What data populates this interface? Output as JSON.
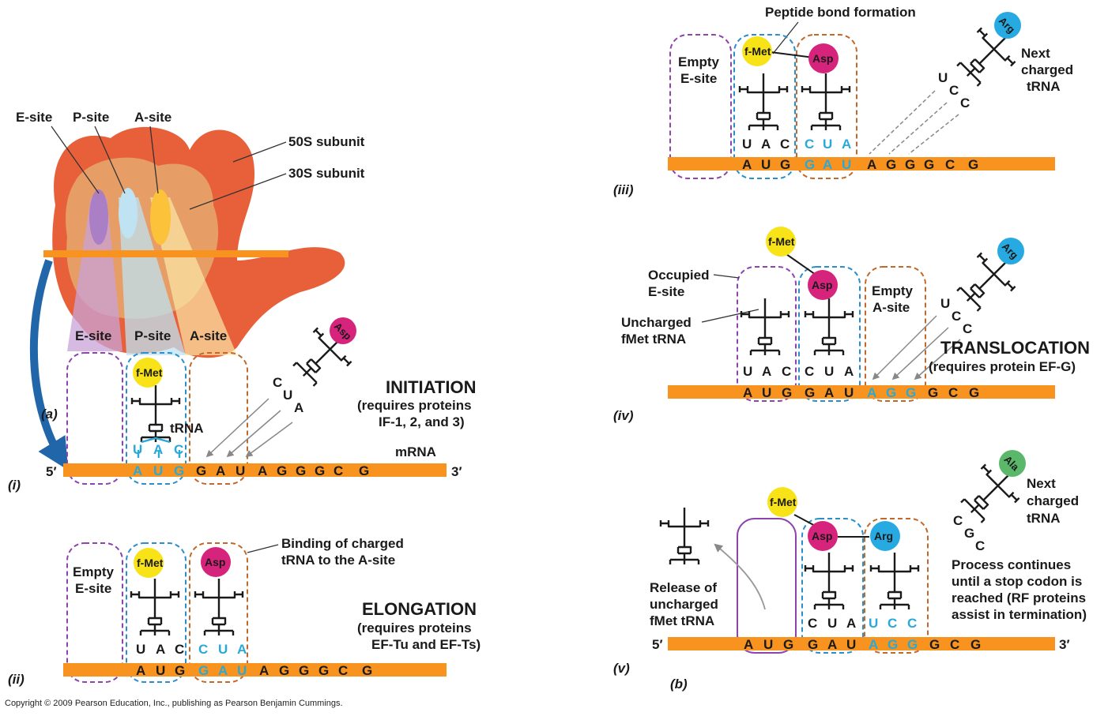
{
  "colors": {
    "mrna": "#f7931e",
    "e_site_box": "#8e44ad",
    "p_site_box": "#2a8fc9",
    "a_site_box": "#c0692a",
    "fmet": "#f7e318",
    "asp": "#d6247c",
    "arg": "#27aae1",
    "ala": "#5bb86b",
    "ribosome_50s": "#e8603a",
    "ribosome_30s": "#e6a46b",
    "arrow_blue": "#2266aa"
  },
  "panel_a": {
    "label": "(a)",
    "ribosome_labels": {
      "e_site": "E-site",
      "p_site": "P-site",
      "a_site": "A-site",
      "subunit_50s": "50S subunit",
      "subunit_30s": "30S subunit"
    }
  },
  "panel_i": {
    "label": "(i)",
    "site_labels": {
      "e": "E-site",
      "p": "P-site",
      "a": "A-site"
    },
    "fmet": "f-Met",
    "trna_label": "tRNA",
    "asp": "Asp",
    "incoming_anticodon": [
      "C",
      "U",
      "A"
    ],
    "anticodon": [
      "U",
      "A",
      "C"
    ],
    "codons": [
      "A",
      "U",
      "G",
      "G",
      "A",
      "U",
      "A",
      "G",
      "G",
      "G",
      "C",
      "G"
    ],
    "mrna_label": "mRNA",
    "five_prime": "5′",
    "three_prime": "3′",
    "title": "INITIATION",
    "subtitle_line1": "(requires proteins",
    "subtitle_line2": "IF-1, 2, and 3)"
  },
  "panel_ii": {
    "label": "(ii)",
    "empty_e_line1": "Empty",
    "empty_e_line2": "E-site",
    "fmet": "f-Met",
    "asp": "Asp",
    "p_anticodon": [
      "U",
      "A",
      "C"
    ],
    "a_anticodon": [
      "C",
      "U",
      "A"
    ],
    "codons": [
      "A",
      "U",
      "G",
      "G",
      "A",
      "U",
      "A",
      "G",
      "G",
      "G",
      "C",
      "G"
    ],
    "binding_line1": "Binding of charged",
    "binding_line2": "tRNA to the A-site",
    "title": "ELONGATION",
    "subtitle_line1": "(requires proteins",
    "subtitle_line2": "EF-Tu and EF-Ts)"
  },
  "panel_iii": {
    "label": "(iii)",
    "peptide_bond": "Peptide bond formation",
    "empty_e_line1": "Empty",
    "empty_e_line2": "E-site",
    "fmet": "f-Met",
    "asp": "Asp",
    "arg": "Arg",
    "next_line1": "Next",
    "next_line2": "charged",
    "next_line3": "tRNA",
    "p_anticodon": [
      "U",
      "A",
      "C"
    ],
    "a_anticodon": [
      "C",
      "U",
      "A"
    ],
    "incoming_anticodon": [
      "U",
      "C",
      "C"
    ],
    "codons": [
      "A",
      "U",
      "G",
      "G",
      "A",
      "U",
      "A",
      "G",
      "G",
      "G",
      "C",
      "G"
    ]
  },
  "panel_iv": {
    "label": "(iv)",
    "fmet": "f-Met",
    "asp": "Asp",
    "arg": "Arg",
    "occupied_line1": "Occupied",
    "occupied_line2": "E-site",
    "uncharged_line1": "Uncharged",
    "uncharged_line2": "fMet tRNA",
    "empty_a_line1": "Empty",
    "empty_a_line2": "A-site",
    "e_anticodon": [
      "U",
      "A",
      "C"
    ],
    "p_anticodon": [
      "C",
      "U",
      "A"
    ],
    "incoming_anticodon": [
      "U",
      "C",
      "C"
    ],
    "codons": [
      "A",
      "U",
      "G",
      "G",
      "A",
      "U",
      "A",
      "G",
      "G",
      "G",
      "C",
      "G"
    ],
    "title": "TRANSLOCATION",
    "subtitle": "(requires protein EF-G)"
  },
  "panel_v": {
    "label": "(v)",
    "panel_b_label": "(b)",
    "fmet": "f-Met",
    "asp": "Asp",
    "arg": "Arg",
    "ala": "Ala",
    "release_line1": "Release of",
    "release_line2": "uncharged",
    "release_line3": "fMet tRNA",
    "next_line1": "Next",
    "next_line2": "charged",
    "next_line3": "tRNA",
    "p_anticodon": [
      "C",
      "U",
      "A"
    ],
    "a_anticodon": [
      "U",
      "C",
      "C"
    ],
    "incoming_anticodon": [
      "C",
      "G",
      "C"
    ],
    "codons": [
      "A",
      "U",
      "G",
      "G",
      "A",
      "U",
      "A",
      "G",
      "G",
      "G",
      "C",
      "G"
    ],
    "process_line1": "Process continues",
    "process_line2": "until a stop codon is",
    "process_line3": "reached (RF proteins",
    "process_line4": "assist in termination)",
    "five_prime": "5′",
    "three_prime": "3′"
  },
  "copyright": "Copyright © 2009 Pearson Education, Inc., publishing as Pearson Benjamin Cummings."
}
